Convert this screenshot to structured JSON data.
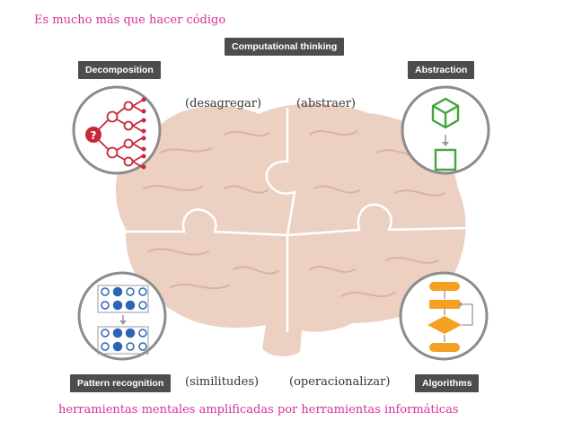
{
  "header": {
    "subtitle": "Es mucho más que hacer código"
  },
  "title_badge": "Computational thinking",
  "quadrants": {
    "decomposition": {
      "label": "Decomposition",
      "spanish": "(desagregar)"
    },
    "abstraction": {
      "label": "Abstraction",
      "spanish": "(abstraer)"
    },
    "pattern": {
      "label": "Pattern recognition",
      "spanish": "(similitudes)"
    },
    "algorithms": {
      "label": "Algorithms",
      "spanish": "(operacionalizar)"
    }
  },
  "footer": {
    "caption": "herramientas mentales amplificadas por herramientas informáticas"
  },
  "colors": {
    "accent_pink": "#d6339a",
    "label_gray": "#4d4d4d",
    "brain": "#ecd0c2",
    "circle_border": "#8c8c8c",
    "red": "#c8283a",
    "green": "#3fa63a",
    "blue": "#2d64b7",
    "orange": "#f4a020"
  },
  "icons": [
    "question-mark-icon",
    "cube-icon",
    "square-icon",
    "flowchart-icon",
    "dot-grid-icon"
  ]
}
